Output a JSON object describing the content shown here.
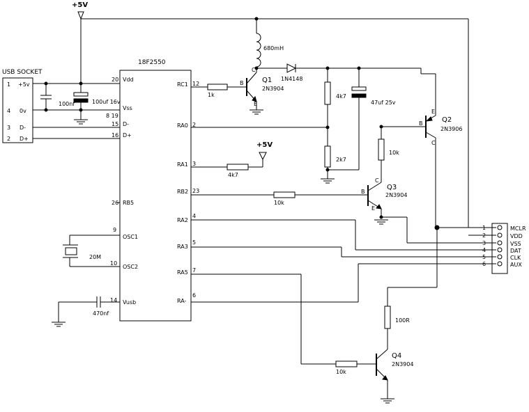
{
  "supply": {
    "top": "+5V",
    "ra1": "+5V"
  },
  "usb": {
    "title": "USB SOCKET",
    "pins": [
      {
        "num": "1",
        "name": "+5v"
      },
      {
        "num": "4",
        "name": "0v"
      },
      {
        "num": "3",
        "name": "D-"
      },
      {
        "num": "2",
        "name": "D+"
      }
    ]
  },
  "mcu": {
    "name": "18F2550",
    "left_pins": [
      {
        "num": "20",
        "name": "Vdd"
      },
      {
        "num": "8 19",
        "name": "Vss"
      },
      {
        "num": "15",
        "name": "D-"
      },
      {
        "num": "16",
        "name": "D+"
      },
      {
        "num": "26",
        "name": "RB5"
      },
      {
        "num": "9",
        "name": "OSC1"
      },
      {
        "num": "10",
        "name": "OSC2"
      },
      {
        "num": "14",
        "name": "Vusb"
      }
    ],
    "right_pins": [
      {
        "num": "12",
        "name": "RC1"
      },
      {
        "num": "2",
        "name": "RA0"
      },
      {
        "num": "3",
        "name": "RA1"
      },
      {
        "num": "23",
        "name": "RB2"
      },
      {
        "num": "4",
        "name": "RA2"
      },
      {
        "num": "5",
        "name": "RA3"
      },
      {
        "num": "7",
        "name": "RA5"
      },
      {
        "num": "6",
        "name": "RA-"
      }
    ]
  },
  "components": {
    "c_100nf": "100nf",
    "c_100uf": "100uf 16v",
    "crystal": "20M",
    "c_470nf": "470nf",
    "inductor": "680mH",
    "r_q1": "1k",
    "q1_name": "Q1",
    "q1_part": "2N3904",
    "diode": "1N4148",
    "r_4k7a": "4k7",
    "r_2k7": "2k7",
    "cap_47uf": "47uf 25v",
    "r_ra1": "4k7",
    "q2_name": "Q2",
    "q2_part": "2N3906",
    "r_10k_q2": "10k",
    "q3_name": "Q3",
    "q3_part": "2N3904",
    "r_q3": "10k",
    "r_100r": "100R",
    "q4_name": "Q4",
    "q4_part": "2N3904",
    "r_q4": "10k",
    "pin_b": "B",
    "pin_c": "C",
    "pin_e": "E"
  },
  "header": {
    "pins": [
      {
        "num": "1",
        "name": "MCLR"
      },
      {
        "num": "2",
        "name": "VDD"
      },
      {
        "num": "3",
        "name": "VSS"
      },
      {
        "num": "4",
        "name": "DAT"
      },
      {
        "num": "5",
        "name": "CLK"
      },
      {
        "num": "6",
        "name": "AUX"
      }
    ]
  }
}
